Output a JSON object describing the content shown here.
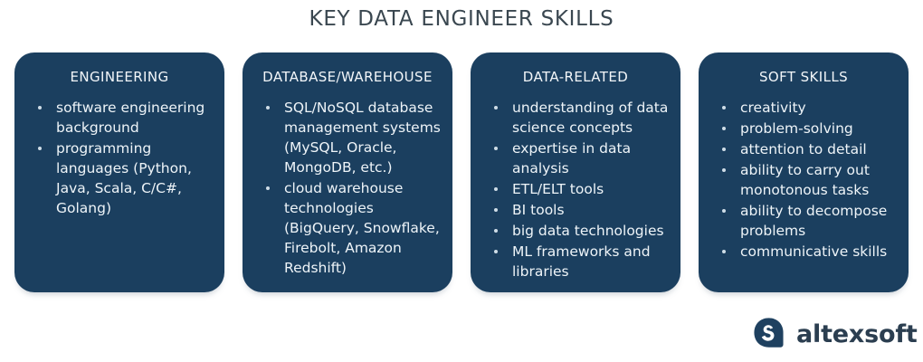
{
  "title": "KEY DATA ENGINEER SKILLS",
  "colors": {
    "card_background": "#1b3f5f",
    "card_text": "#eef4f8",
    "title_text": "#3a4750",
    "page_background": "#ffffff",
    "logo_mark": "#1f4160",
    "logo_wordmark": "#2b3e50",
    "bullet": "#cfdde7"
  },
  "cards": [
    {
      "title": "ENGINEERING",
      "items": [
        "software engineering background",
        "programming languages (Python, Java, Scala, C/C#, Golang)"
      ]
    },
    {
      "title": "DATABASE/WAREHOUSE",
      "items": [
        "SQL/NoSQL database management systems (MySQL, Oracle, MongoDB, etc.)",
        "cloud warehouse technologies (BigQuery, Snowflake, Firebolt, Amazon Redshift)"
      ]
    },
    {
      "title": "DATA-RELATED",
      "items": [
        "understanding of data science concepts",
        "expertise in data analysis",
        "ETL/ELT tools",
        "BI tools",
        "big data technologies",
        "ML frameworks and libraries"
      ]
    },
    {
      "title": "SOFT SKILLS",
      "items": [
        "creativity",
        "problem-solving",
        "attention to detail",
        "ability to carry out monotonous tasks",
        "ability to decompose problems",
        "communicative skills"
      ]
    }
  ],
  "logo": {
    "wordmark": "altexsoft",
    "mark_icon": "altexsoft-speech-bubble-icon"
  }
}
